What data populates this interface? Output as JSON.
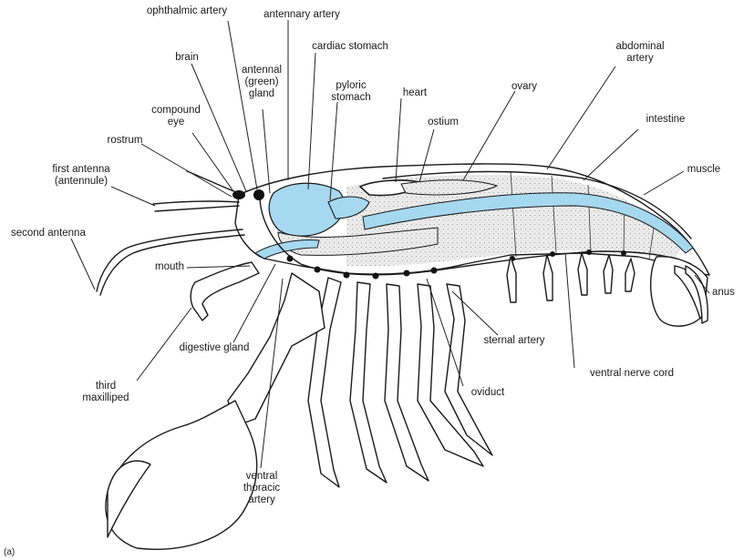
{
  "figure_label": "(a)",
  "colors": {
    "organ_fill": "#a6d8ef",
    "outline": "#1a1a1a",
    "tissue_stipple": "#e6e6e6"
  },
  "labels": {
    "ophthalmic_artery": "ophthalmic artery",
    "antennary_artery": "antennary artery",
    "cardiac_stomach": "cardiac stomach",
    "abdominal_artery": "abdominal\nartery",
    "brain": "brain",
    "antennal_green_gland": "antennal\n(green)\ngland",
    "ovary": "ovary",
    "heart": "heart",
    "pyloric_stomach": "pyloric\nstomach",
    "compound_eye": "compound\neye",
    "ostium": "ostium",
    "intestine": "intestine",
    "rostrum": "rostrum",
    "muscle": "muscle",
    "first_antenna": "first antenna\n(antennule)",
    "second_antenna": "second antenna",
    "mouth": "mouth",
    "anus": "anus",
    "sternal_artery": "sternal artery",
    "digestive_gland": "digestive gland",
    "ventral_nerve_cord": "ventral nerve cord",
    "third_maxilliped": "third\nmaxilliped",
    "oviduct": "oviduct",
    "ventral_thoracic_artery": "ventral\nthoracic\nartery"
  }
}
